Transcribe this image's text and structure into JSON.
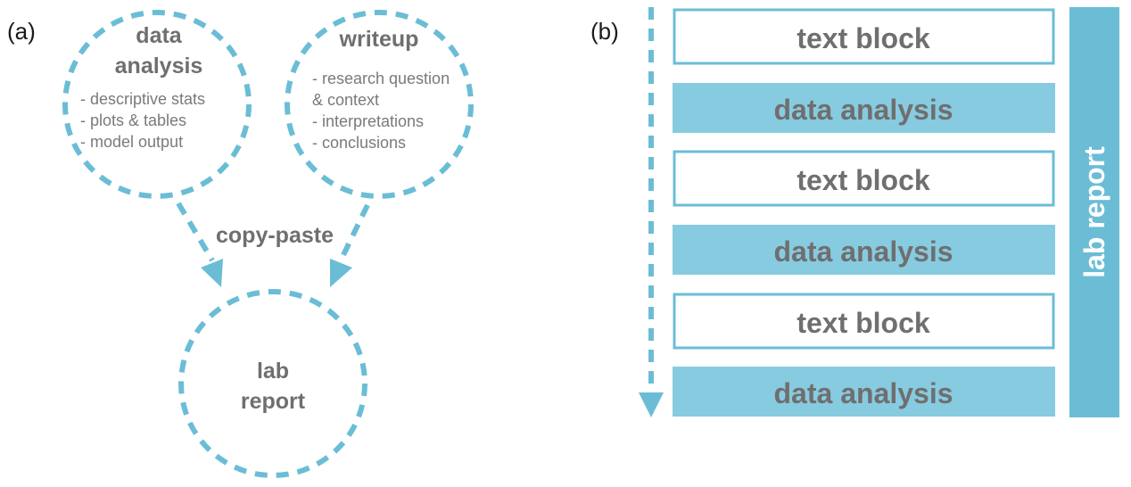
{
  "panel_a": {
    "label": "(a)",
    "data_analysis": {
      "title_line1": "data",
      "title_line2": "analysis",
      "items": [
        "- descriptive stats",
        "- plots & tables",
        "- model output"
      ]
    },
    "writeup": {
      "title": "writeup",
      "items": [
        "- research question",
        "& context",
        "- interpretations",
        "- conclusions"
      ]
    },
    "arrow_label": "copy-paste",
    "lab_report": {
      "line1": "lab",
      "line2": "report"
    }
  },
  "panel_b": {
    "label": "(b)",
    "blocks": [
      {
        "label": "text block",
        "kind": "text"
      },
      {
        "label": "data analysis",
        "kind": "analysis"
      },
      {
        "label": "text block",
        "kind": "text"
      },
      {
        "label": "data analysis",
        "kind": "analysis"
      },
      {
        "label": "text block",
        "kind": "text"
      },
      {
        "label": "data analysis",
        "kind": "analysis"
      }
    ],
    "side_label": "lab report"
  },
  "colors": {
    "accent": "#6bbdd6",
    "analysis_fill": "#87cbe0",
    "side_bar_fill": "#6bbdd6",
    "text_gray": "#6f6f6f"
  }
}
